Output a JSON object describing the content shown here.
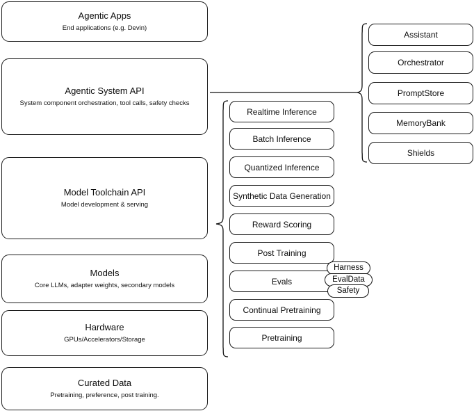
{
  "diagram": {
    "title": "Agentic AI stack layers",
    "stroke_color": "#111111",
    "background": "#ffffff"
  },
  "left_stack": {
    "items": [
      {
        "name": "agentic-apps",
        "title": "Agentic Apps",
        "subtitle": "End applications (e.g. Devin)"
      },
      {
        "name": "agentic-system-api",
        "title": "Agentic System API",
        "subtitle": "System component orchestration, tool calls, safety checks"
      },
      {
        "name": "model-toolchain-api",
        "title": "Model Toolchain API",
        "subtitle": "Model development & serving"
      },
      {
        "name": "models",
        "title": "Models",
        "subtitle": "Core LLMs, adapter weights, secondary models"
      },
      {
        "name": "hardware",
        "title": "Hardware",
        "subtitle": "GPUs/Accelerators/Storage"
      },
      {
        "name": "curated-data",
        "title": "Curated Data",
        "subtitle": "Pretraining, preference, post training."
      }
    ]
  },
  "toolchain_group": {
    "items": [
      {
        "name": "realtime-inference",
        "title": "Realtime Inference"
      },
      {
        "name": "batch-inference",
        "title": "Batch Inference"
      },
      {
        "name": "quantized-inference",
        "title": "Quantized Inference"
      },
      {
        "name": "synthetic-data-generation",
        "title": "Synthetic Data Generation"
      },
      {
        "name": "reward-scoring",
        "title": "Reward Scoring"
      },
      {
        "name": "post-training",
        "title": "Post Training"
      },
      {
        "name": "evals",
        "title": "Evals"
      },
      {
        "name": "continual-pretraining",
        "title": "Continual Pretraining"
      },
      {
        "name": "pretraining",
        "title": "Pretraining"
      }
    ]
  },
  "eval_badges": {
    "items": [
      {
        "name": "harness",
        "title": "Harness"
      },
      {
        "name": "evaldata",
        "title": "EvalData"
      },
      {
        "name": "safety",
        "title": "Safety"
      }
    ]
  },
  "system_group": {
    "items": [
      {
        "name": "assistant",
        "title": "Assistant"
      },
      {
        "name": "orchestrator",
        "title": "Orchestrator"
      },
      {
        "name": "promptstore",
        "title": "PromptStore"
      },
      {
        "name": "memorybank",
        "title": "MemoryBank"
      },
      {
        "name": "shields",
        "title": "Shields"
      }
    ]
  }
}
